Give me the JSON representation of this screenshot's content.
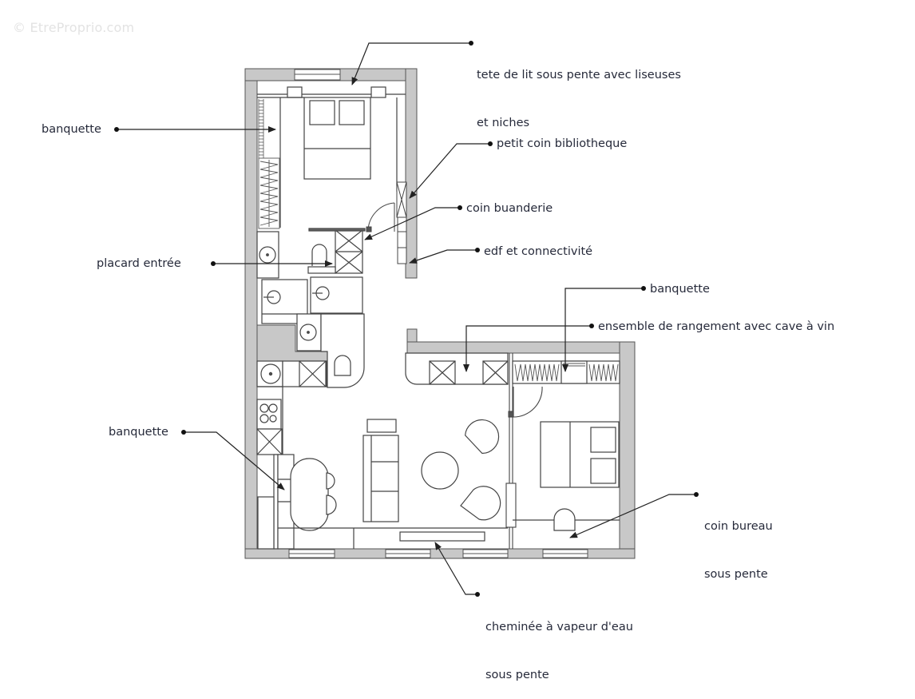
{
  "watermark": "© EtreProprio.com",
  "colors": {
    "wall": "#c8c8c8",
    "line": "#444444",
    "label": "#262a3a",
    "background": "#ffffff"
  },
  "annotations": [
    {
      "id": "tete-de-lit",
      "line1": "tete de lit sous pente avec liseuses",
      "line2": "et niches"
    },
    {
      "id": "banquette-chambre1",
      "line1": "banquette"
    },
    {
      "id": "petit-coin-bibliotheque",
      "line1": "petit coin bibliotheque"
    },
    {
      "id": "coin-buanderie",
      "line1": "coin buanderie"
    },
    {
      "id": "placard-entree",
      "line1": "placard entrée"
    },
    {
      "id": "edf-connectivite",
      "line1": "edf et connectivité"
    },
    {
      "id": "banquette-chambre2",
      "line1": "banquette"
    },
    {
      "id": "ensemble-rangement",
      "line1": "ensemble de rangement avec cave à vin"
    },
    {
      "id": "banquette-sejour",
      "line1": "banquette"
    },
    {
      "id": "coin-bureau",
      "line1": "coin bureau",
      "line2": "sous pente"
    },
    {
      "id": "cheminee",
      "line1": "cheminée à vapeur d'eau",
      "line2": "sous pente"
    }
  ],
  "rooms": [
    {
      "name": "bedroom-1"
    },
    {
      "name": "entrance-hall"
    },
    {
      "name": "bathroom"
    },
    {
      "name": "kitchen-living-room"
    },
    {
      "name": "bedroom-2"
    }
  ]
}
